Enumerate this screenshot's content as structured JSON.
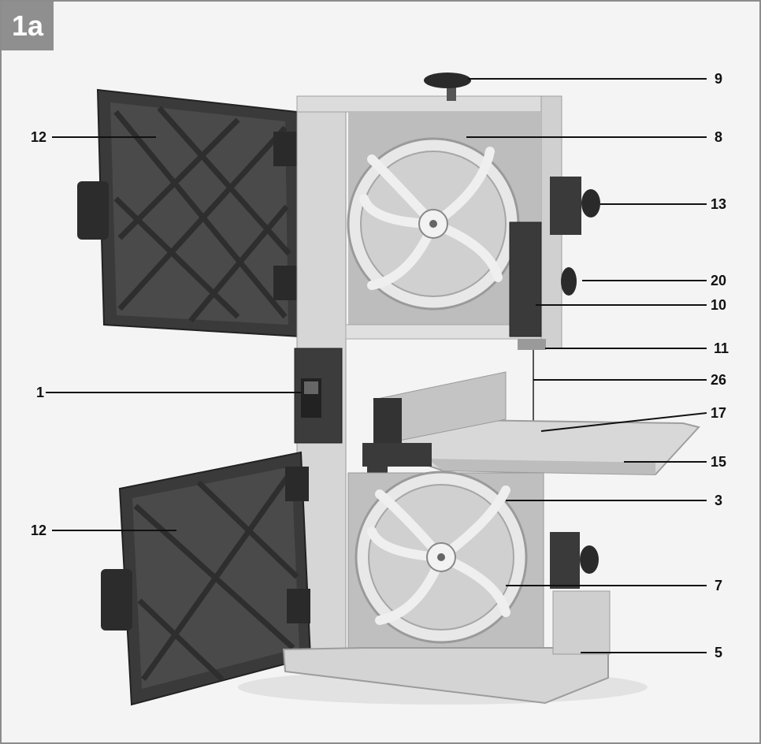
{
  "figure": {
    "badge": "1a",
    "colors": {
      "background": "#f4f4f4",
      "badge": "#8f8f8f",
      "dark_plastic": "#3a3a3a",
      "metal": "#c8c8c8"
    }
  },
  "callouts": [
    {
      "id": "c9",
      "number": "9",
      "part": "tension-knob"
    },
    {
      "id": "c8",
      "number": "8",
      "part": "upper-wheel"
    },
    {
      "id": "c13",
      "number": "13",
      "part": "door-lock-knob-upper"
    },
    {
      "id": "c20",
      "number": "20",
      "part": "guide-height-knob"
    },
    {
      "id": "c10",
      "number": "10",
      "part": "blade-guard"
    },
    {
      "id": "c11",
      "number": "11",
      "part": "blade-guide"
    },
    {
      "id": "c26",
      "number": "26",
      "part": "saw-blade"
    },
    {
      "id": "c17",
      "number": "17",
      "part": "table-insert"
    },
    {
      "id": "c15",
      "number": "15",
      "part": "saw-table"
    },
    {
      "id": "c3",
      "number": "3",
      "part": "lower-wheel-housing"
    },
    {
      "id": "c7",
      "number": "7",
      "part": "lower-wheel"
    },
    {
      "id": "c5",
      "number": "5",
      "part": "base"
    },
    {
      "id": "c12a",
      "number": "12",
      "part": "upper-door"
    },
    {
      "id": "c1",
      "number": "1",
      "part": "on-off-switch"
    },
    {
      "id": "c12b",
      "number": "12",
      "part": "lower-door"
    }
  ]
}
